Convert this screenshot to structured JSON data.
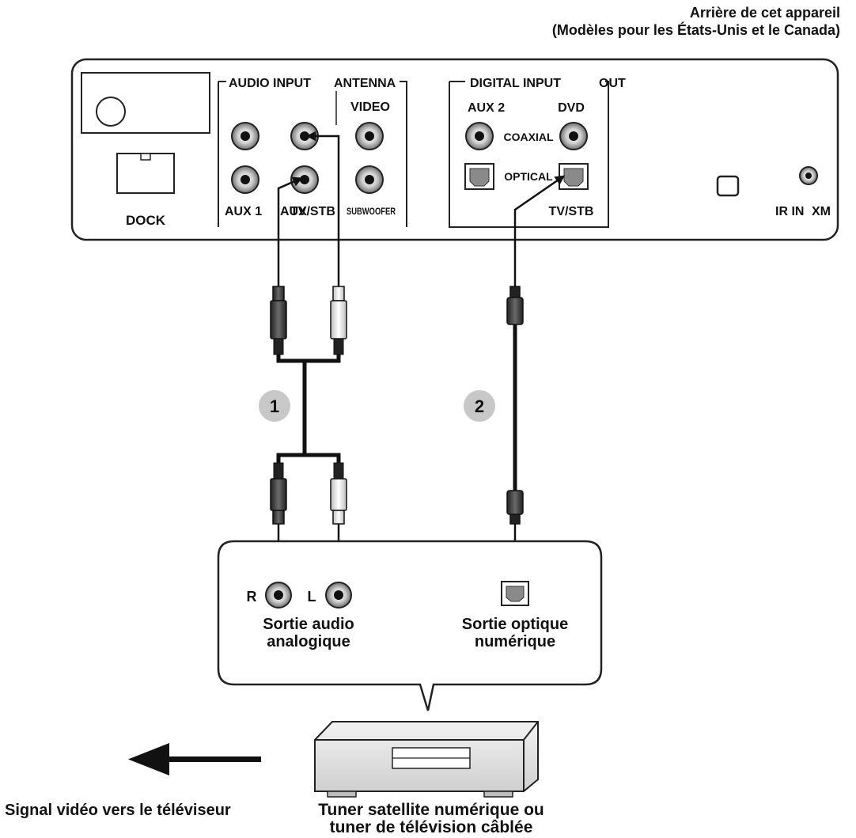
{
  "header": {
    "line1": "Arrière de cet appareil",
    "line2": "(Modèles pour les États-Unis et le Canada)"
  },
  "panel": {
    "dock": "DOCK",
    "audio_input_title": "AUDIO INPUT",
    "antenna": "ANTENNA",
    "video": "VIDEO",
    "aux1": "AUX 1",
    "tvstb": "TV/STB",
    "aux": "AUX",
    "subwoofer": "SUBWOOFER",
    "digital_input_title": "DIGITAL INPUT",
    "out": "OUT",
    "aux2": "AUX 2",
    "dvd": "DVD",
    "coaxial": "COAXIAL",
    "optical": "OPTICAL",
    "digital_tvstb": "TV/STB",
    "ir_in": "IR IN",
    "xm": "XM"
  },
  "steps": [
    "1",
    "2"
  ],
  "source_box": {
    "r": "R",
    "l": "L",
    "analog_line1": "Sortie audio",
    "analog_line2": "analogique",
    "optical_line1": "Sortie optique",
    "optical_line2": "numérique"
  },
  "device": {
    "caption_line1": "Tuner satellite numérique ou",
    "caption_line2": "tuner de télévision câblée"
  },
  "signal_caption": "Signal vidéo vers le téléviseur",
  "colors": {
    "badge": "#c8c8c8",
    "panel_stroke": "#222222",
    "optical_port": "#8a8a8a",
    "device_body": "#e4e4e4"
  }
}
